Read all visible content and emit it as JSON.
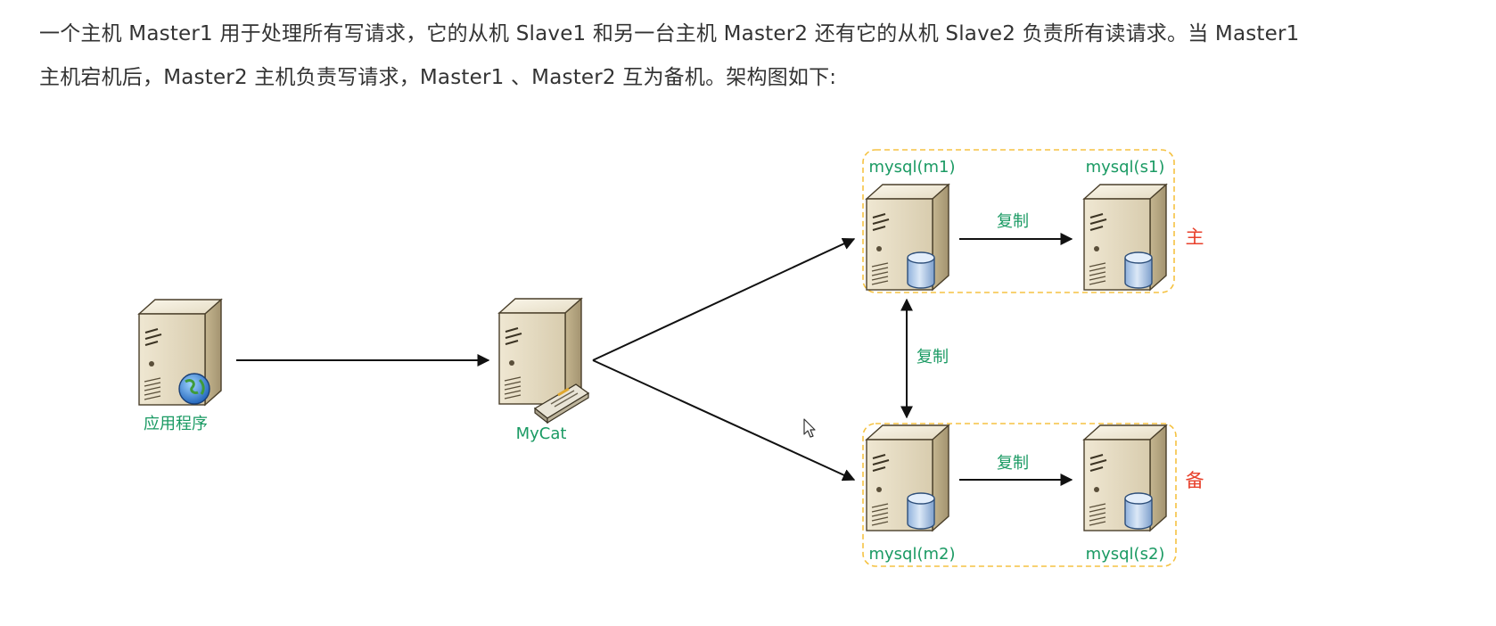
{
  "intro": {
    "line1": "一个主机 Master1 用于处理所有写请求，它的从机 Slave1 和另一台主机 Master2 还有它的从机 Slave2 负责所有读请求。当 Master1",
    "line2": "主机宕机后，Master2 主机负责写请求，Master1 、Master2 互为备机。架构图如下:"
  },
  "diagram": {
    "app_label": "应用程序",
    "mycat_label": "MyCat",
    "m1_label": "mysql(m1)",
    "s1_label": "mysql(s1)",
    "m2_label": "mysql(m2)",
    "s2_label": "mysql(s2)",
    "replicate_top": "复制",
    "replicate_mid": "复制",
    "replicate_bottom": "复制",
    "primary_tag": "主",
    "backup_tag": "备"
  },
  "colors": {
    "label_green": "#1a9a63",
    "role_red": "#e8412c",
    "group_border": "#f5c242",
    "arrow": "#111111"
  },
  "icons": {
    "app_server": "server-globe-icon",
    "mycat_server": "server-switch-icon",
    "db_server": "database-server-icon",
    "cursor": "mouse-cursor-icon"
  }
}
